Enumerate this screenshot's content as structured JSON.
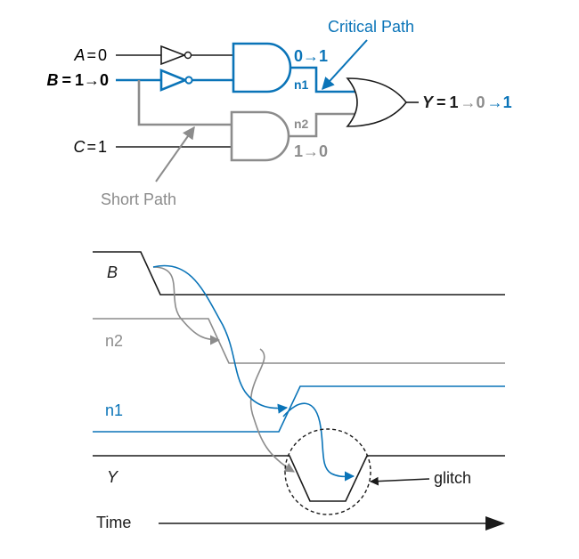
{
  "colors": {
    "blue": "#0a74b8",
    "gray": "#8c8c8c",
    "black": "#1a1a1a"
  },
  "circuit": {
    "critical_path_label": "Critical Path",
    "short_path_label": "Short Path",
    "input_a": {
      "name": "A",
      "eq": "=",
      "value": "0"
    },
    "input_b": {
      "name": "B",
      "eq": "=",
      "value": "1→0"
    },
    "input_c": {
      "name": "C",
      "eq": "=",
      "value": "1"
    },
    "n1": {
      "name": "n1",
      "transition": "0→1"
    },
    "n2": {
      "name": "n2",
      "transition": "1→0"
    },
    "output_y": {
      "name": "Y",
      "eq": "=",
      "v1": "1",
      "v2": "0",
      "v3": "1"
    }
  },
  "timing": {
    "signals": [
      "B",
      "n2",
      "n1",
      "Y"
    ],
    "glitch_label": "glitch",
    "time_label": "Time"
  }
}
